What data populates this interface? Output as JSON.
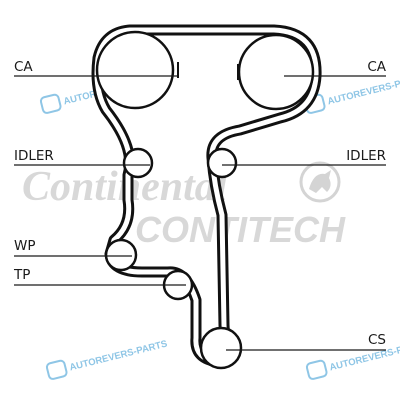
{
  "diagram": {
    "labels": {
      "ca_left": "CA",
      "ca_right": "CA",
      "idler_left": "IDLER",
      "idler_right": "IDLER",
      "wp": "WP",
      "tp": "TP",
      "cs": "CS"
    },
    "watermark": {
      "brand": "Continental",
      "sub": "CONTITECH",
      "site": "AUTOREVERS-PARTS"
    },
    "colors": {
      "belt": "#111111",
      "lines": "#1a1a1a",
      "watermark": "#d8d8d8",
      "site_watermark": "#8fc6e6"
    }
  }
}
